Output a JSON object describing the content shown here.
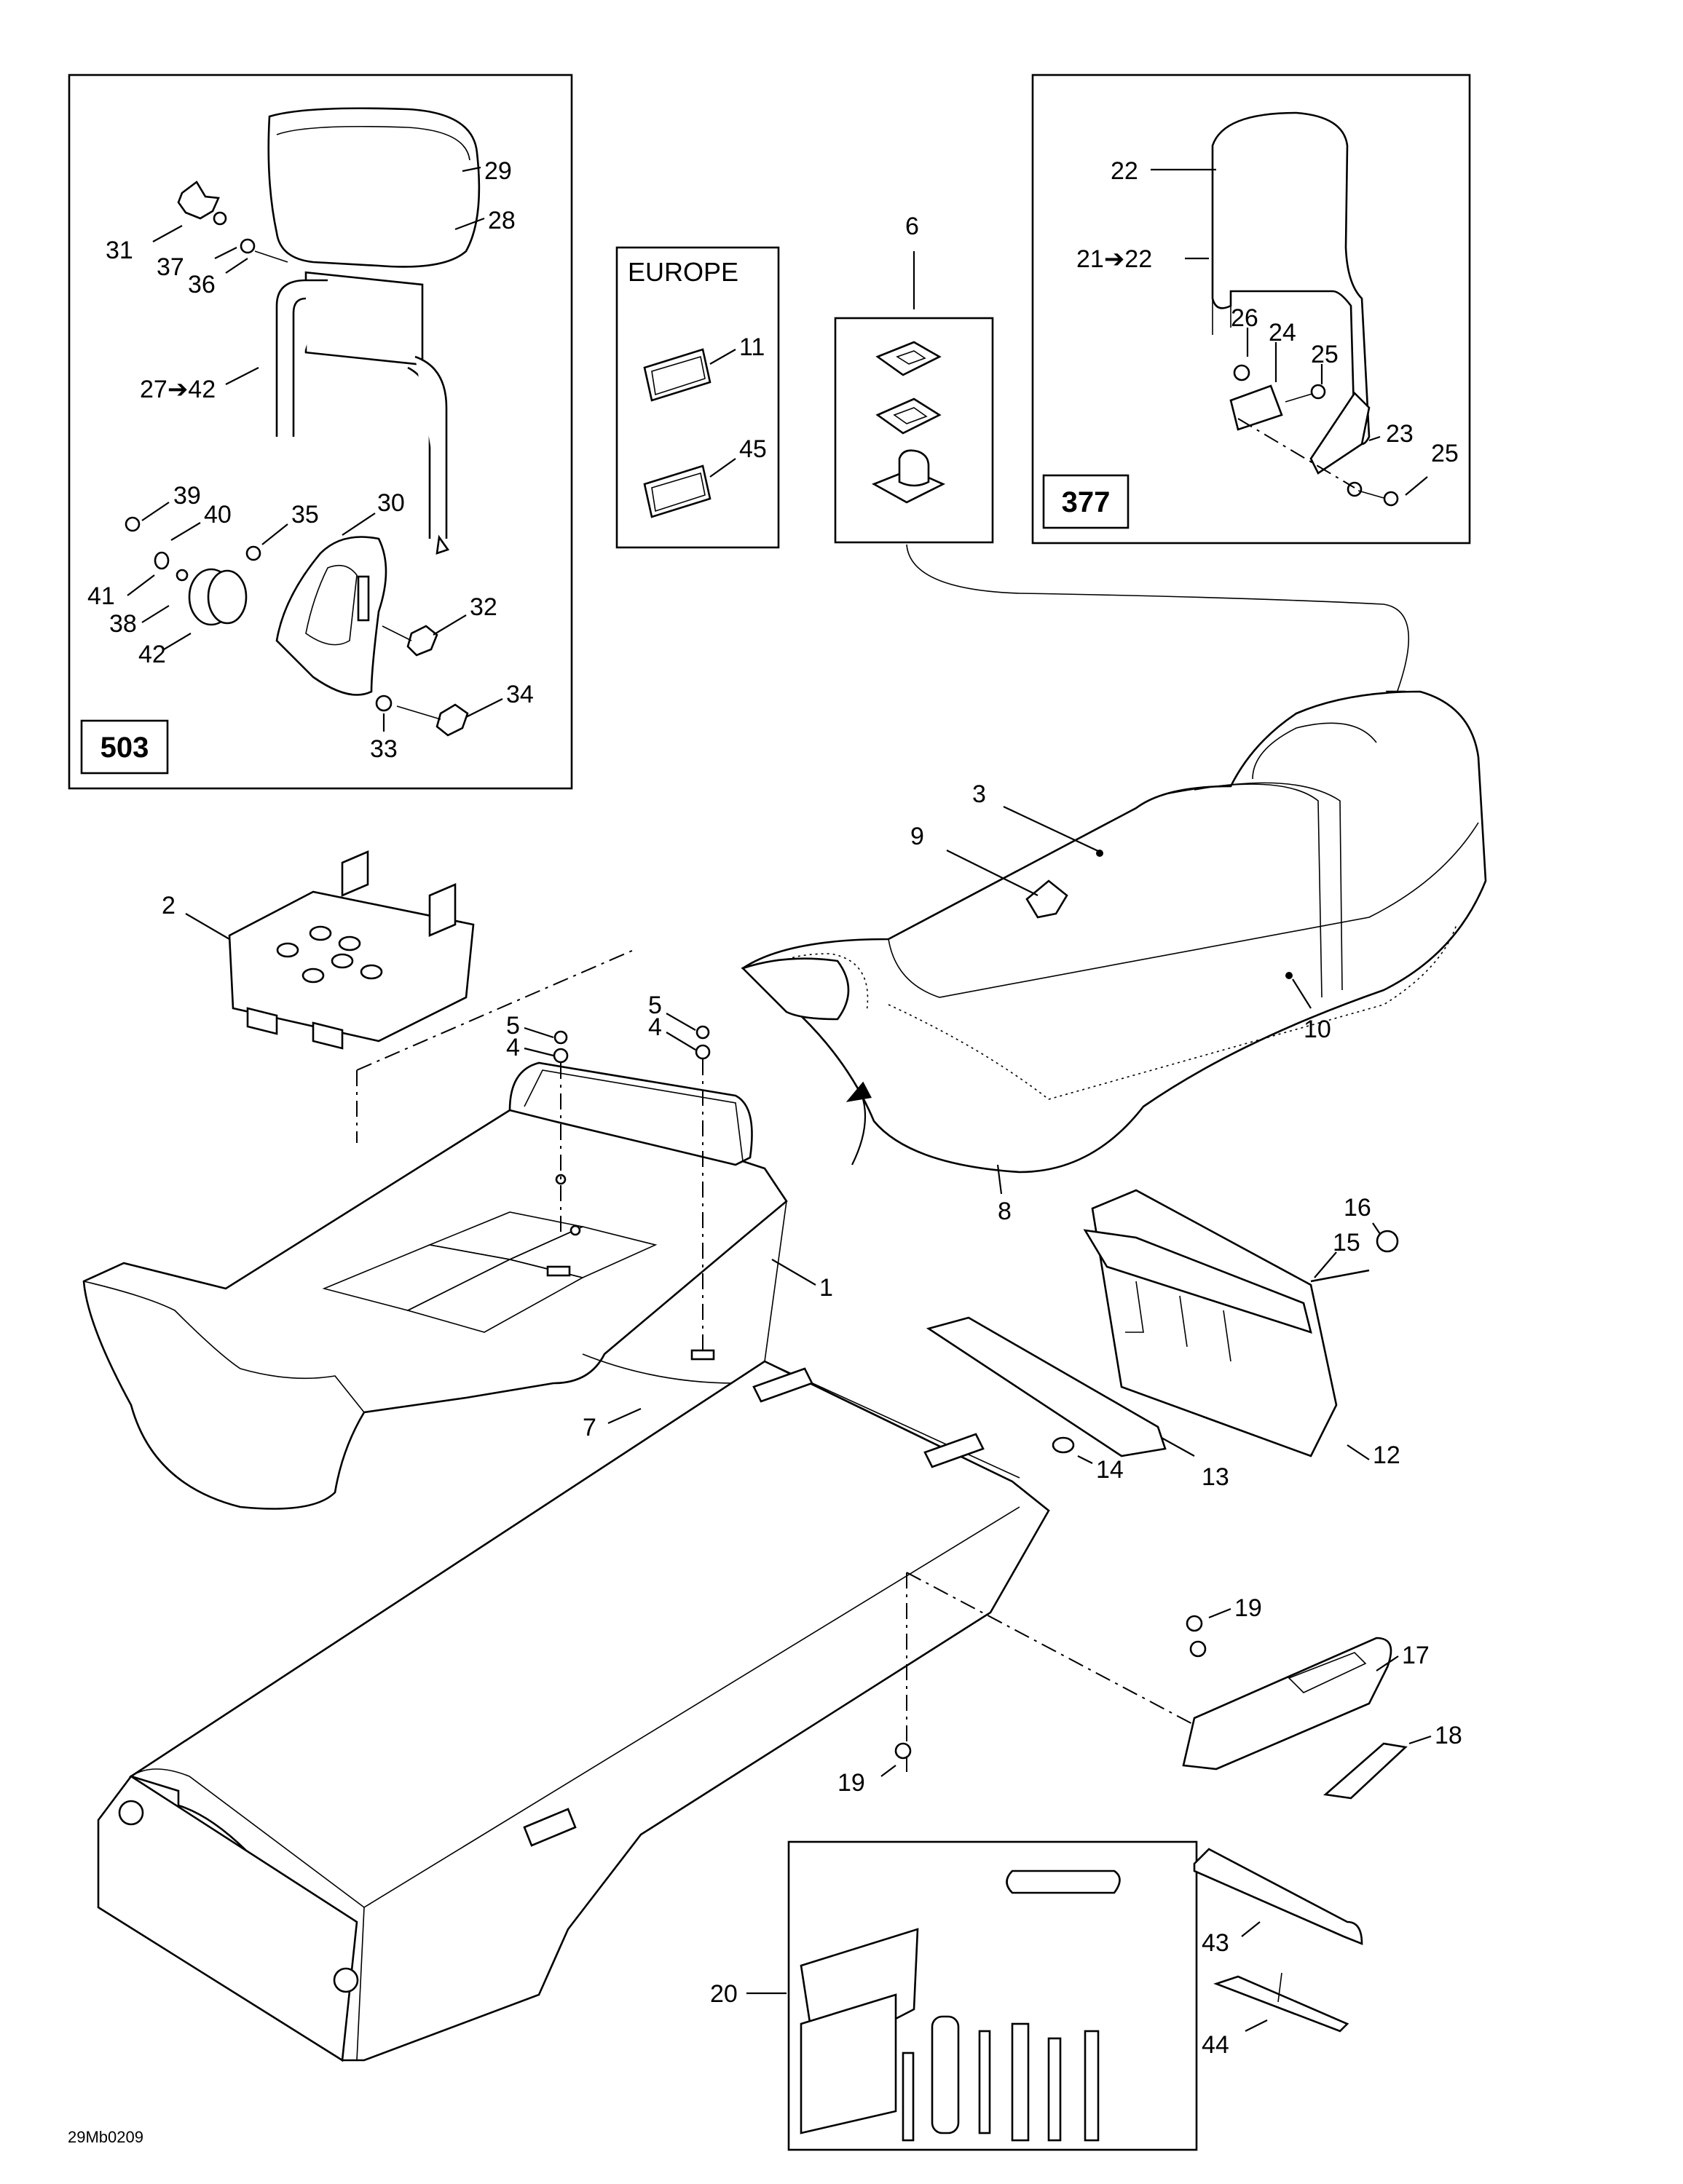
{
  "diagram": {
    "code": "29Mb0209",
    "boxes": {
      "backrest_503": {
        "code": "503"
      },
      "backrest_377": {
        "code": "377"
      },
      "europe": {
        "title": "EUROPE"
      }
    },
    "callouts": [
      {
        "id": "c1",
        "text": "1"
      },
      {
        "id": "c2",
        "text": "2"
      },
      {
        "id": "c3",
        "text": "3"
      },
      {
        "id": "c4a",
        "text": "4"
      },
      {
        "id": "c4b",
        "text": "4"
      },
      {
        "id": "c5a",
        "text": "5"
      },
      {
        "id": "c5b",
        "text": "5"
      },
      {
        "id": "c6",
        "text": "6"
      },
      {
        "id": "c7",
        "text": "7"
      },
      {
        "id": "c8",
        "text": "8"
      },
      {
        "id": "c9",
        "text": "9"
      },
      {
        "id": "c10",
        "text": "10"
      },
      {
        "id": "c11",
        "text": "11"
      },
      {
        "id": "c12",
        "text": "12"
      },
      {
        "id": "c13",
        "text": "13"
      },
      {
        "id": "c14",
        "text": "14"
      },
      {
        "id": "c15",
        "text": "15"
      },
      {
        "id": "c16",
        "text": "16"
      },
      {
        "id": "c17",
        "text": "17"
      },
      {
        "id": "c18",
        "text": "18"
      },
      {
        "id": "c19a",
        "text": "19"
      },
      {
        "id": "c19b",
        "text": "19"
      },
      {
        "id": "c20",
        "text": "20"
      },
      {
        "id": "c21",
        "text": "21➔22"
      },
      {
        "id": "c22",
        "text": "22"
      },
      {
        "id": "c23",
        "text": "23"
      },
      {
        "id": "c24",
        "text": "24"
      },
      {
        "id": "c25a",
        "text": "25"
      },
      {
        "id": "c25b",
        "text": "25"
      },
      {
        "id": "c26",
        "text": "26"
      },
      {
        "id": "c27",
        "text": "27➔42"
      },
      {
        "id": "c28",
        "text": "28"
      },
      {
        "id": "c29",
        "text": "29"
      },
      {
        "id": "c30",
        "text": "30"
      },
      {
        "id": "c31",
        "text": "31"
      },
      {
        "id": "c32",
        "text": "32"
      },
      {
        "id": "c33",
        "text": "33"
      },
      {
        "id": "c34",
        "text": "34"
      },
      {
        "id": "c35",
        "text": "35"
      },
      {
        "id": "c36",
        "text": "36"
      },
      {
        "id": "c37",
        "text": "37"
      },
      {
        "id": "c38",
        "text": "38"
      },
      {
        "id": "c39",
        "text": "39"
      },
      {
        "id": "c40",
        "text": "40"
      },
      {
        "id": "c41",
        "text": "41"
      },
      {
        "id": "c42",
        "text": "42"
      },
      {
        "id": "c43",
        "text": "43"
      },
      {
        "id": "c44",
        "text": "44"
      },
      {
        "id": "c45",
        "text": "45"
      }
    ]
  }
}
